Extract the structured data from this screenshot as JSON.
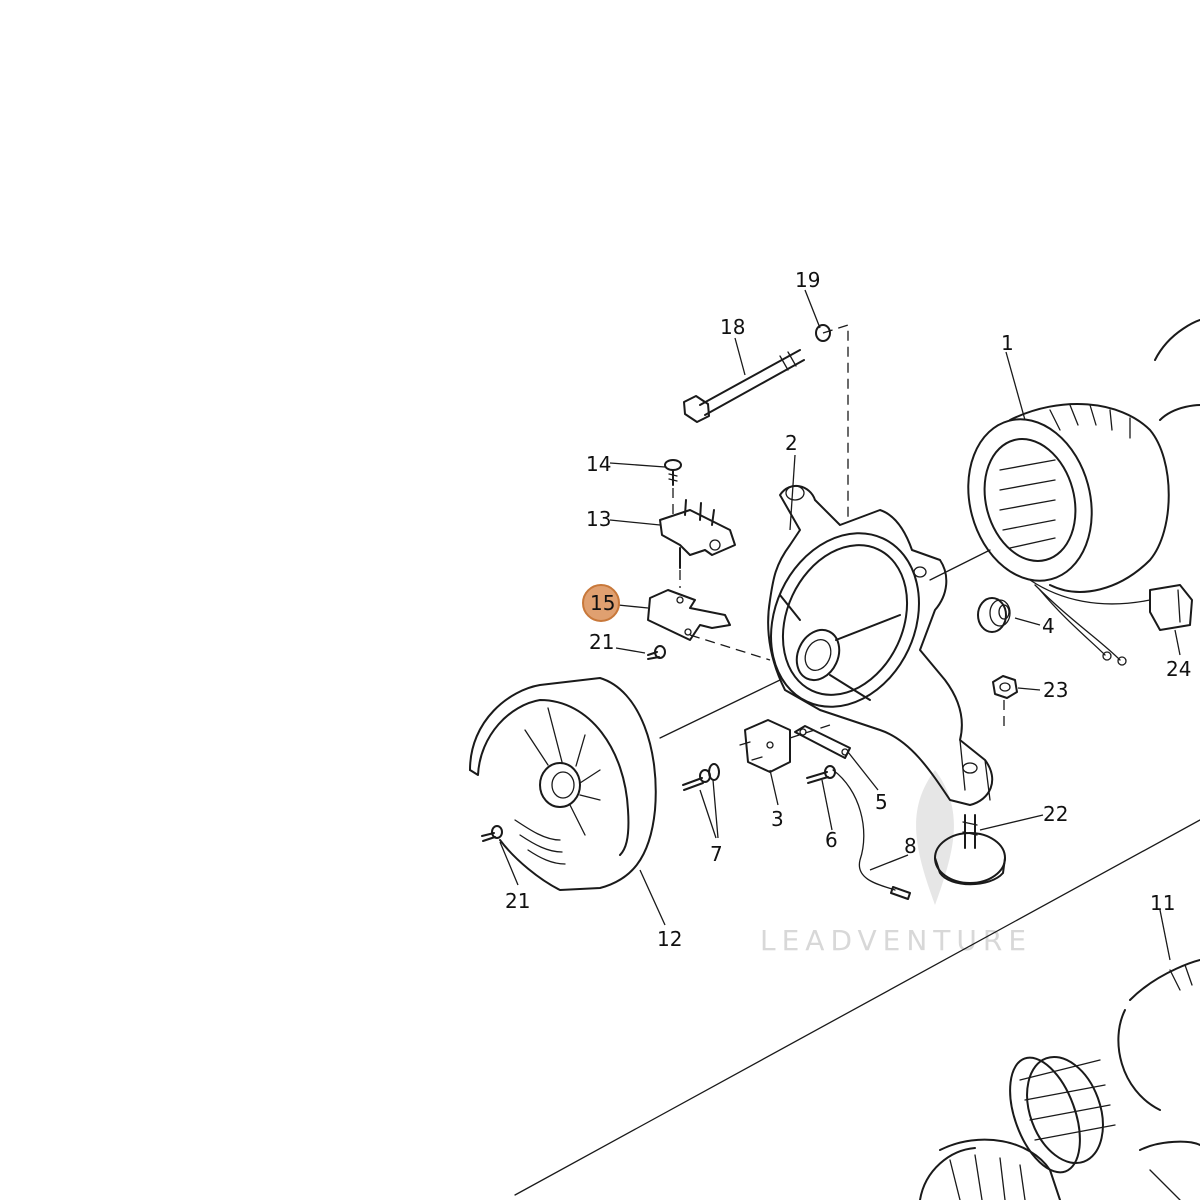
{
  "callouts": {
    "c1": "1",
    "c2": "2",
    "c3": "3",
    "c4": "4",
    "c5": "5",
    "c6": "6",
    "c7": "7",
    "c8": "8",
    "c11": "11",
    "c12": "12",
    "c13": "13",
    "c14": "14",
    "c15": "15",
    "c18": "18",
    "c19": "19",
    "c21a": "21",
    "c21b": "21",
    "c22": "22",
    "c23": "23",
    "c24": "24"
  },
  "highlight": {
    "part": "15",
    "color": "#e0a070",
    "stroke": "#c8783a"
  },
  "watermark": {
    "text": "LEADVENTURE",
    "color": "#d8d8d8"
  }
}
